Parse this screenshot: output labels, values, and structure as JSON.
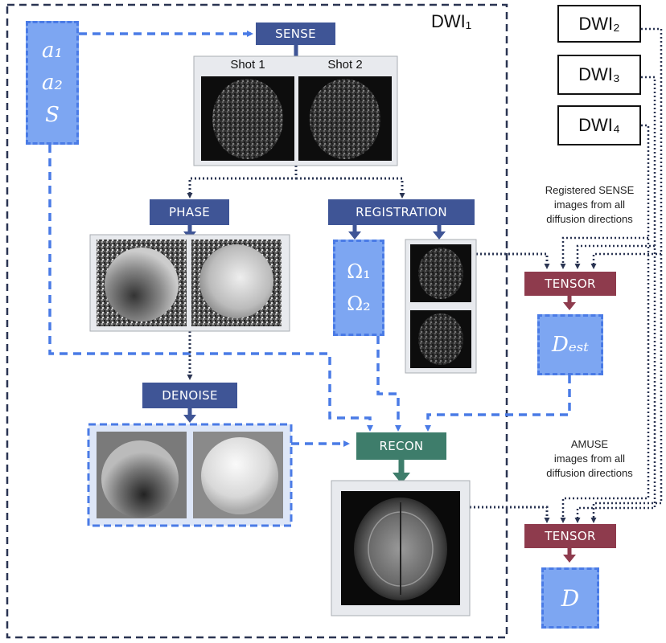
{
  "dwi_main_label": "DWI₁",
  "other_dwis": [
    "DWI₂",
    "DWI₃",
    "DWI₄"
  ],
  "blocks": {
    "sense": "SENSE",
    "phase": "PHASE",
    "registration": "REGISTRATION",
    "denoise": "DENOISE",
    "recon": "RECON",
    "tensor_top": "TENSOR",
    "tensor_bottom": "TENSOR"
  },
  "shot_labels": [
    "Shot 1",
    "Shot 2"
  ],
  "variables": {
    "a1": "a₁",
    "a2": "a₂",
    "s": "S",
    "omega1": "Ω₁",
    "omega2": "Ω₂",
    "d_est": "Dₑₛₜ",
    "d": "D"
  },
  "notes": {
    "registered": [
      "Registered SENSE",
      "images from all",
      "diffusion directions"
    ],
    "amuse": [
      "AMUSE",
      "images from all",
      "diffusion directions"
    ]
  },
  "colors": {
    "process_block": "#3f5596",
    "recon_block": "#3e7d6b",
    "tensor_block": "#8e3b4d",
    "variable_fill": "#7da6f2",
    "dashed_arrow": "#4a7be6",
    "dotted_arrow": "#2a3452"
  }
}
